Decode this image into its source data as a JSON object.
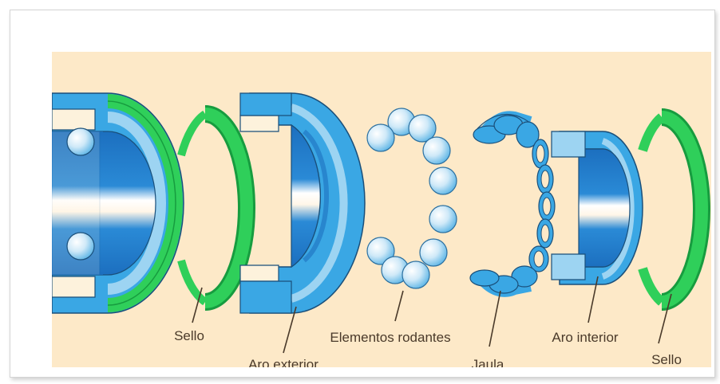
{
  "diagram": {
    "labels": {
      "seal_left": "Sello",
      "outer_ring": "Aro exterior",
      "rolling_elements": "Elementos rodantes",
      "cage": "Jaula",
      "inner_ring": "Aro interior",
      "seal_right": "Sello"
    }
  },
  "colors": {
    "background": "#fde9c8",
    "ring_blue": "#3aa7e4",
    "ring_light_blue": "#9dd4f2",
    "ring_dark_blue": "#1c6fbf",
    "seal_green": "#2fcf5a",
    "seal_dark_green": "#179c3f",
    "ball": "#cfe9f8",
    "leader_line": "#4a3a2a"
  }
}
